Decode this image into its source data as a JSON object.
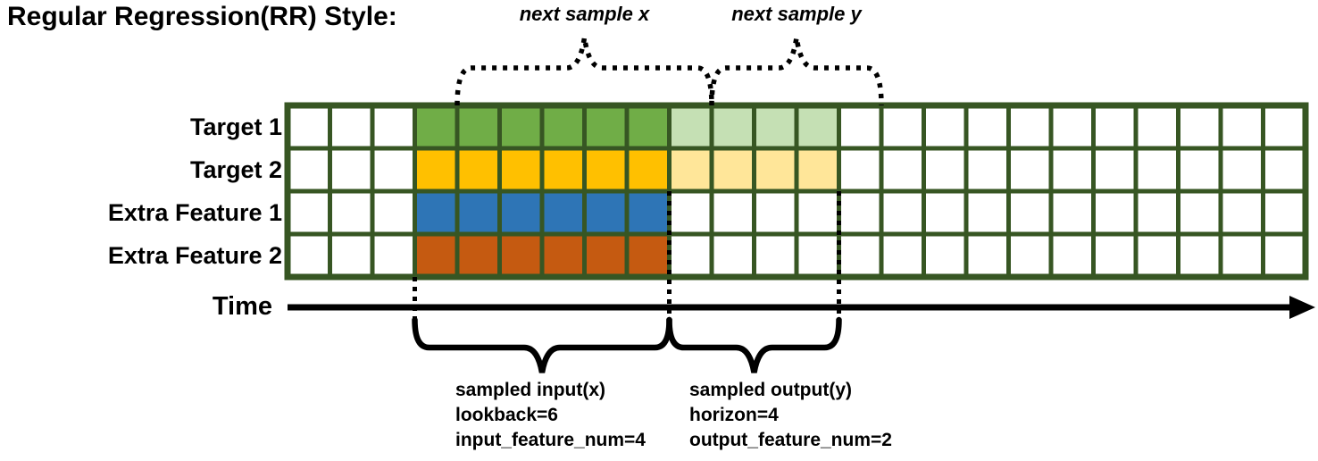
{
  "title": "Regular Regression(RR) Style:",
  "grid": {
    "columns": 24,
    "input_start_col": 4,
    "lookback": 6,
    "horizon": 4,
    "input_feature_num": 4,
    "output_feature_num": 2,
    "line_color": "#375623",
    "empty_cell_color": "#FFFFFF",
    "rows": [
      {
        "label": "Target 1",
        "input_color": "#70AD47",
        "output_color": "#C5E0B4",
        "is_output_feature": true
      },
      {
        "label": "Target 2",
        "input_color": "#FFC000",
        "output_color": "#FFE699",
        "is_output_feature": true
      },
      {
        "label": "Extra Feature 1",
        "input_color": "#2E75B6",
        "output_color": null,
        "is_output_feature": false
      },
      {
        "label": "Extra Feature 2",
        "input_color": "#C55A11",
        "output_color": null,
        "is_output_feature": false
      }
    ]
  },
  "annotations": {
    "next_sample_x": "next sample x",
    "next_sample_y": "next sample y",
    "time": "Time",
    "annotation_color": "#000000",
    "sampled_input_lines": [
      "sampled input(x)",
      "lookback=6",
      "input_feature_num=4"
    ],
    "sampled_output_lines": [
      "sampled output(y)",
      "horizon=4",
      "output_feature_num=2"
    ]
  }
}
